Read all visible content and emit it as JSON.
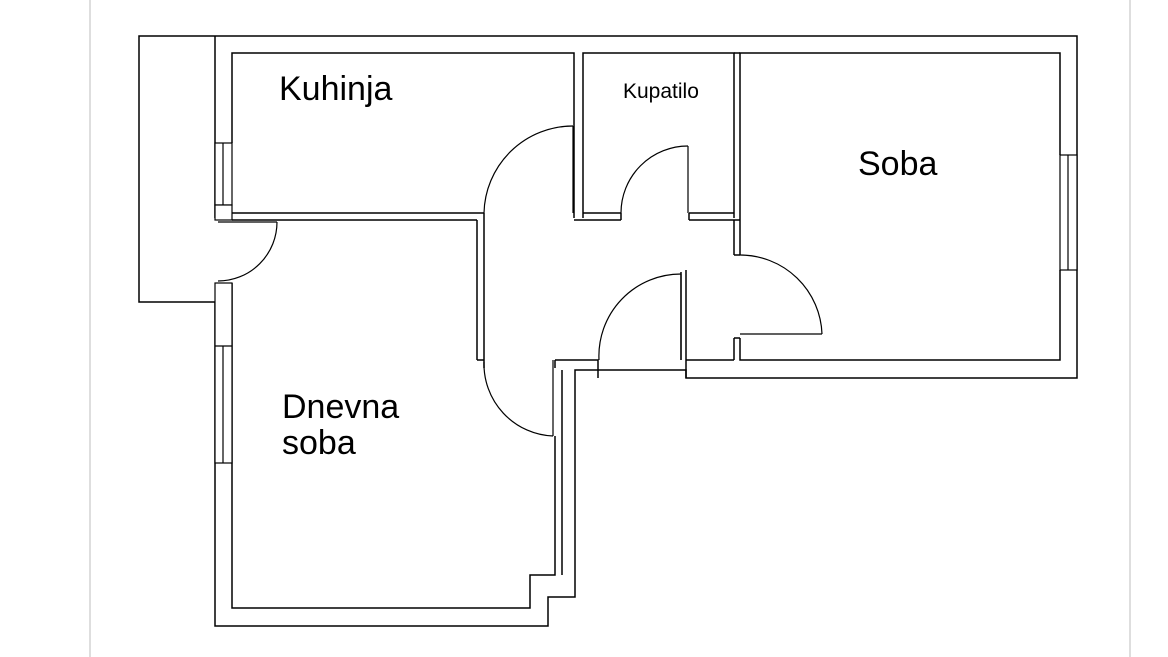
{
  "plan": {
    "rooms": {
      "kitchen": "Kuhinja",
      "bathroom": "Kupatilo",
      "bedroom": "Soba",
      "living_line1": "Dnevna",
      "living_line2": "soba"
    },
    "colors": {
      "wall": "#000000",
      "background": "#ffffff",
      "page_border": "#bdbdbd"
    }
  }
}
